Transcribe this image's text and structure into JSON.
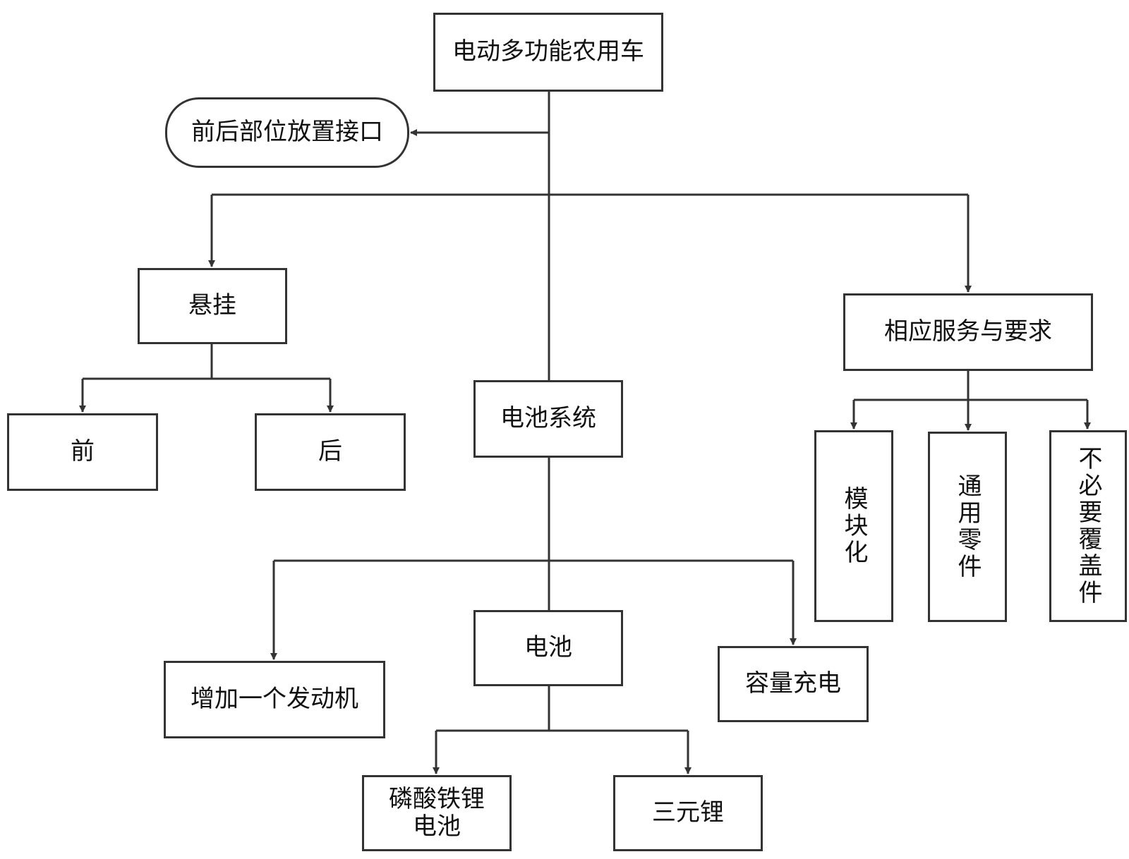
{
  "diagram": {
    "root": "电动多功能农用车",
    "interface": "前后部位放置接口",
    "suspension": "悬挂",
    "front": "前",
    "rear": "后",
    "battery_system": "电池系统",
    "services": "相应服务与要求",
    "modular": "模块化",
    "common_parts": "通用零件",
    "no_cover": "不必要覆盖件",
    "add_engine": "增加一个发动机",
    "battery": "电池",
    "capacity_charge": "容量充电",
    "lfp_line1": "磷酸铁锂",
    "lfp_line2": "电池",
    "ternary": "三元锂"
  },
  "colors": {
    "line": "#333333",
    "box_border": "#333333",
    "background": "#ffffff"
  }
}
